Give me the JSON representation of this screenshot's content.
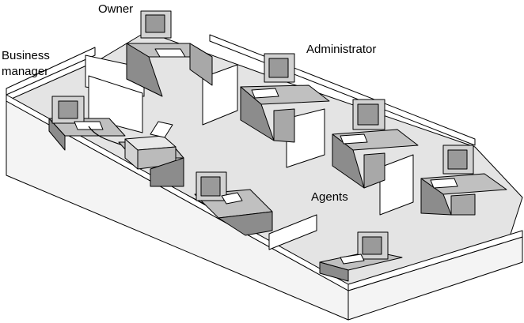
{
  "labels": {
    "owner": "Owner",
    "administrator": "Administrator",
    "business_manager_line1": "Business",
    "business_manager_line2": "manager",
    "agents": "Agents"
  },
  "colors": {
    "floor": "#e4e4e4",
    "wall_top": "#ffffff",
    "wall_side": "#f4f4f4",
    "desk_top": "#c0c0c0",
    "desk_front": "#8c8c8c",
    "monitor": "#d2d2d2",
    "screen": "#9a9a9a",
    "outline": "#000000"
  }
}
